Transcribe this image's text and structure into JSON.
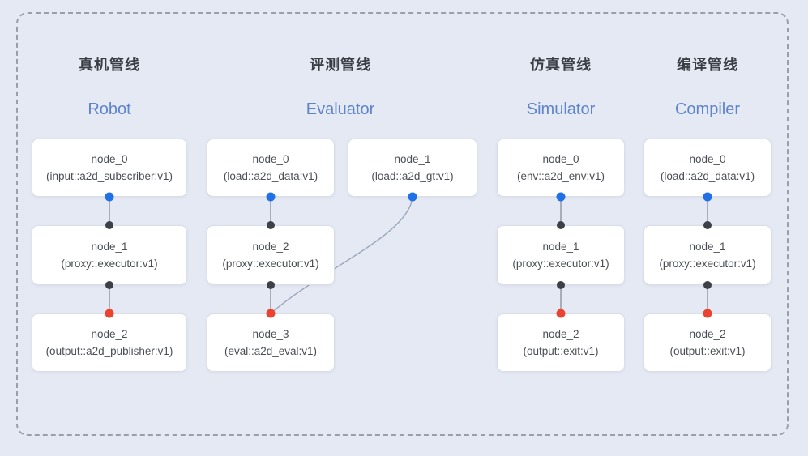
{
  "diagram": {
    "background": "#e5e9f4",
    "frame_border_color": "#99a0ac"
  },
  "colors": {
    "port_blue": "#2070e8",
    "port_dark": "#3d4046",
    "port_red": "#ec4330",
    "edge_line": "#868d9a",
    "curve_line": "#9aa5ba",
    "title_text": "#3a3e44",
    "subtitle_text": "#5e84cb",
    "node_text": "#4b4f55",
    "node_border": "#d9dee8",
    "node_bg": "#ffffff"
  },
  "pipelines": [
    {
      "id": "robot",
      "title": "真机管线",
      "subtitle": "Robot",
      "nodes": [
        {
          "name": "node_0",
          "detail": "(input::a2d_subscriber:v1)"
        },
        {
          "name": "node_1",
          "detail": "(proxy::executor:v1)"
        },
        {
          "name": "node_2",
          "detail": "(output::a2d_publisher:v1)"
        }
      ]
    },
    {
      "id": "evaluator",
      "title": "评测管线",
      "subtitle": "Evaluator",
      "nodes": [
        {
          "name": "node_0",
          "detail": "(load::a2d_data:v1)"
        },
        {
          "name": "node_1",
          "detail": "(load::a2d_gt:v1)"
        },
        {
          "name": "node_2",
          "detail": "(proxy::executor:v1)"
        },
        {
          "name": "node_3",
          "detail": "(eval::a2d_eval:v1)"
        }
      ]
    },
    {
      "id": "simulator",
      "title": "仿真管线",
      "subtitle": "Simulator",
      "nodes": [
        {
          "name": "node_0",
          "detail": "(env::a2d_env:v1)"
        },
        {
          "name": "node_1",
          "detail": "(proxy::executor:v1)"
        },
        {
          "name": "node_2",
          "detail": "(output::exit:v1)"
        }
      ]
    },
    {
      "id": "compiler",
      "title": "编译管线",
      "subtitle": "Compiler",
      "nodes": [
        {
          "name": "node_0",
          "detail": "(load::a2d_data:v1)"
        },
        {
          "name": "node_1",
          "detail": "(proxy::executor:v1)"
        },
        {
          "name": "node_2",
          "detail": "(output::exit:v1)"
        }
      ]
    }
  ],
  "connections": [
    {
      "pipeline": "robot",
      "from": "node_0",
      "to": "node_1"
    },
    {
      "pipeline": "robot",
      "from": "node_1",
      "to": "node_2"
    },
    {
      "pipeline": "evaluator",
      "from": "node_0",
      "to": "node_2"
    },
    {
      "pipeline": "evaluator",
      "from": "node_1",
      "to": "node_3"
    },
    {
      "pipeline": "evaluator",
      "from": "node_2",
      "to": "node_3"
    },
    {
      "pipeline": "simulator",
      "from": "node_0",
      "to": "node_1"
    },
    {
      "pipeline": "simulator",
      "from": "node_1",
      "to": "node_2"
    },
    {
      "pipeline": "compiler",
      "from": "node_0",
      "to": "node_1"
    },
    {
      "pipeline": "compiler",
      "from": "node_1",
      "to": "node_2"
    }
  ]
}
